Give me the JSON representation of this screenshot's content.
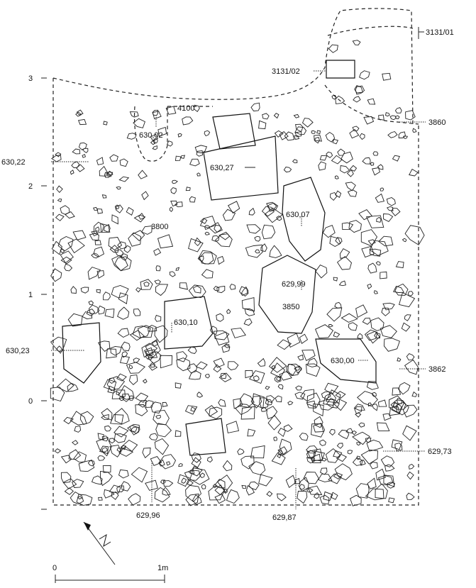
{
  "axis": {
    "ticks": [
      "3",
      "2",
      "1",
      "0",
      ""
    ]
  },
  "features": {
    "f3131_01": "3131/01",
    "f3131_02": "3131/02",
    "f4100": "4100",
    "f3860": "3860",
    "f3800": "3800",
    "f3850": "3850",
    "f3862": "3862"
  },
  "levels": {
    "l630_02": "630,02",
    "l630_22": "630,22",
    "l630_27": "630,27",
    "l630_07": "630,07",
    "l629_99": "629,99",
    "l630_10": "630,10",
    "l630_23": "630,23",
    "l630_00": "630,00",
    "l629_73": "629,73",
    "l629_96": "629,96",
    "l629_87": "629,87"
  },
  "scale": {
    "start": "0",
    "end": "1m"
  }
}
